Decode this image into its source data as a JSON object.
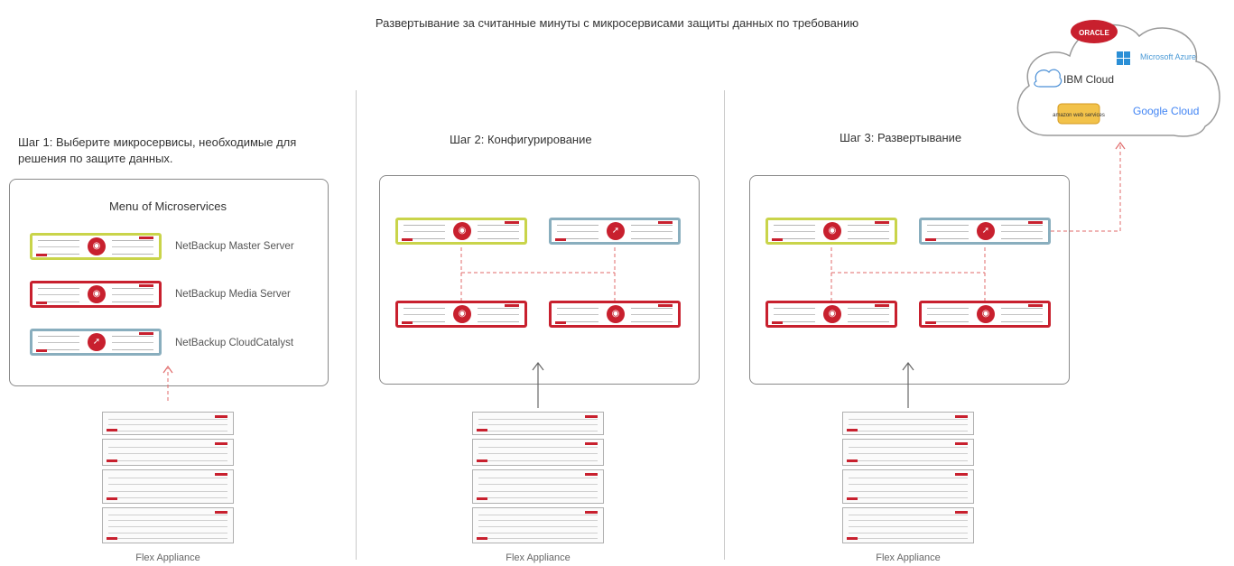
{
  "title": "Развертывание за считанные минуты с микросервисами защиты данных по требованию",
  "steps": [
    {
      "label": "Шаг 1: Выберите микросервисы, необходимые для решения по защите данных."
    },
    {
      "label": "Шаг 2: Конфигурирование"
    },
    {
      "label": "Шаг 3: Развертывание"
    }
  ],
  "menu": {
    "title": "Menu of Microservices",
    "items": [
      {
        "label": "NetBackup Master Server",
        "color": "#c9d44a"
      },
      {
        "label": "NetBackup Media Server",
        "color": "#c8202e"
      },
      {
        "label": "NetBackup CloudCatalyst",
        "color": "#89aebe"
      }
    ]
  },
  "appliance_label": "Flex Appliance",
  "cloud": {
    "providers": [
      "ORACLE",
      "Microsoft Azure",
      "IBM Cloud",
      "amazon web services",
      "Google Cloud"
    ]
  },
  "colors": {
    "accent_red": "#c8202e",
    "master_yellow": "#c9d44a",
    "catalyst_blue": "#89aebe",
    "connector": "#e06a6a"
  }
}
